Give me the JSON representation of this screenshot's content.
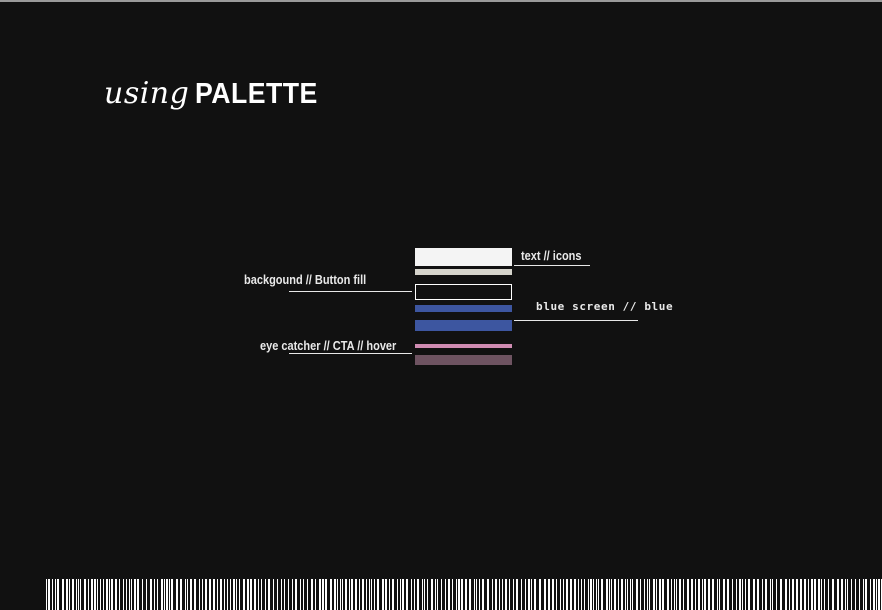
{
  "title": {
    "italic": "using",
    "bold": "PALETTE"
  },
  "palette": [
    {
      "name": "white",
      "color": "#f4f4f4"
    },
    {
      "name": "light-gray",
      "color": "#d6d4cc"
    },
    {
      "name": "dark-outlined",
      "color": "#111111",
      "border": "#ffffff"
    },
    {
      "name": "blue-1",
      "color": "#3d56a0"
    },
    {
      "name": "blue-2",
      "color": "#3d56a0"
    },
    {
      "name": "pink",
      "color": "#d08cb2"
    },
    {
      "name": "mauve",
      "color": "#6e5361"
    }
  ],
  "labels": {
    "text_icons": "text // icons",
    "background_button": "backgound // Button fill",
    "blue_screen": "blue screen // blue",
    "eye_catcher": "eye catcher // CTA // hover"
  }
}
